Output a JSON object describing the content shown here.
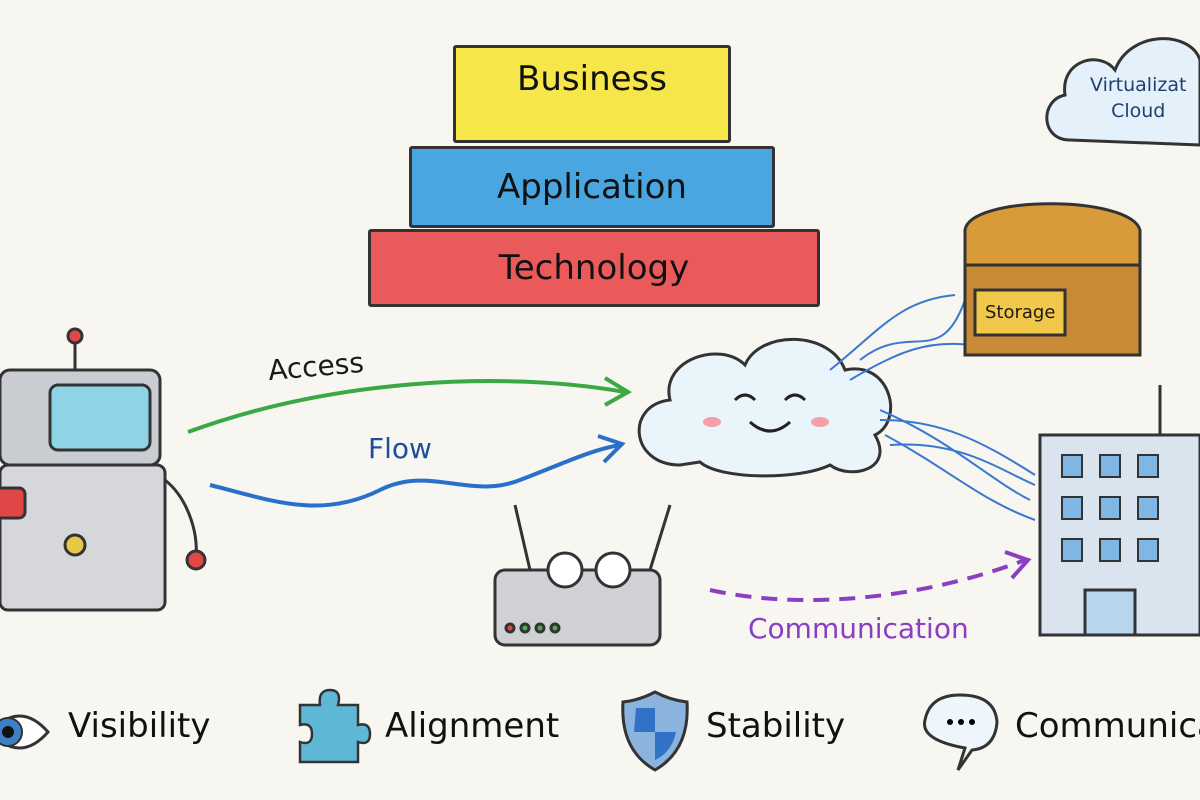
{
  "stack": {
    "layers": [
      {
        "label": "Business",
        "color": "#f6e64a"
      },
      {
        "label": "Application",
        "color": "#4aa6e0"
      },
      {
        "label": "Technology",
        "color": "#ea5a5a"
      }
    ]
  },
  "virtual_cloud": {
    "line1": "Virtualizat",
    "line2": "Cloud"
  },
  "storage": {
    "label": "Storage"
  },
  "arrows": {
    "access": {
      "label": "Access",
      "color": "#3aa845"
    },
    "flow": {
      "label": "Flow",
      "color": "#2a6fc9"
    },
    "communication": {
      "label": "Communication",
      "color": "#8a3fc2"
    }
  },
  "legend": [
    {
      "icon": "eye-icon",
      "label": "Visibility"
    },
    {
      "icon": "puzzle-icon",
      "label": "Alignment"
    },
    {
      "icon": "shield-icon",
      "label": "Stability"
    },
    {
      "icon": "speech-bubble-icon",
      "label": "Communica"
    }
  ]
}
